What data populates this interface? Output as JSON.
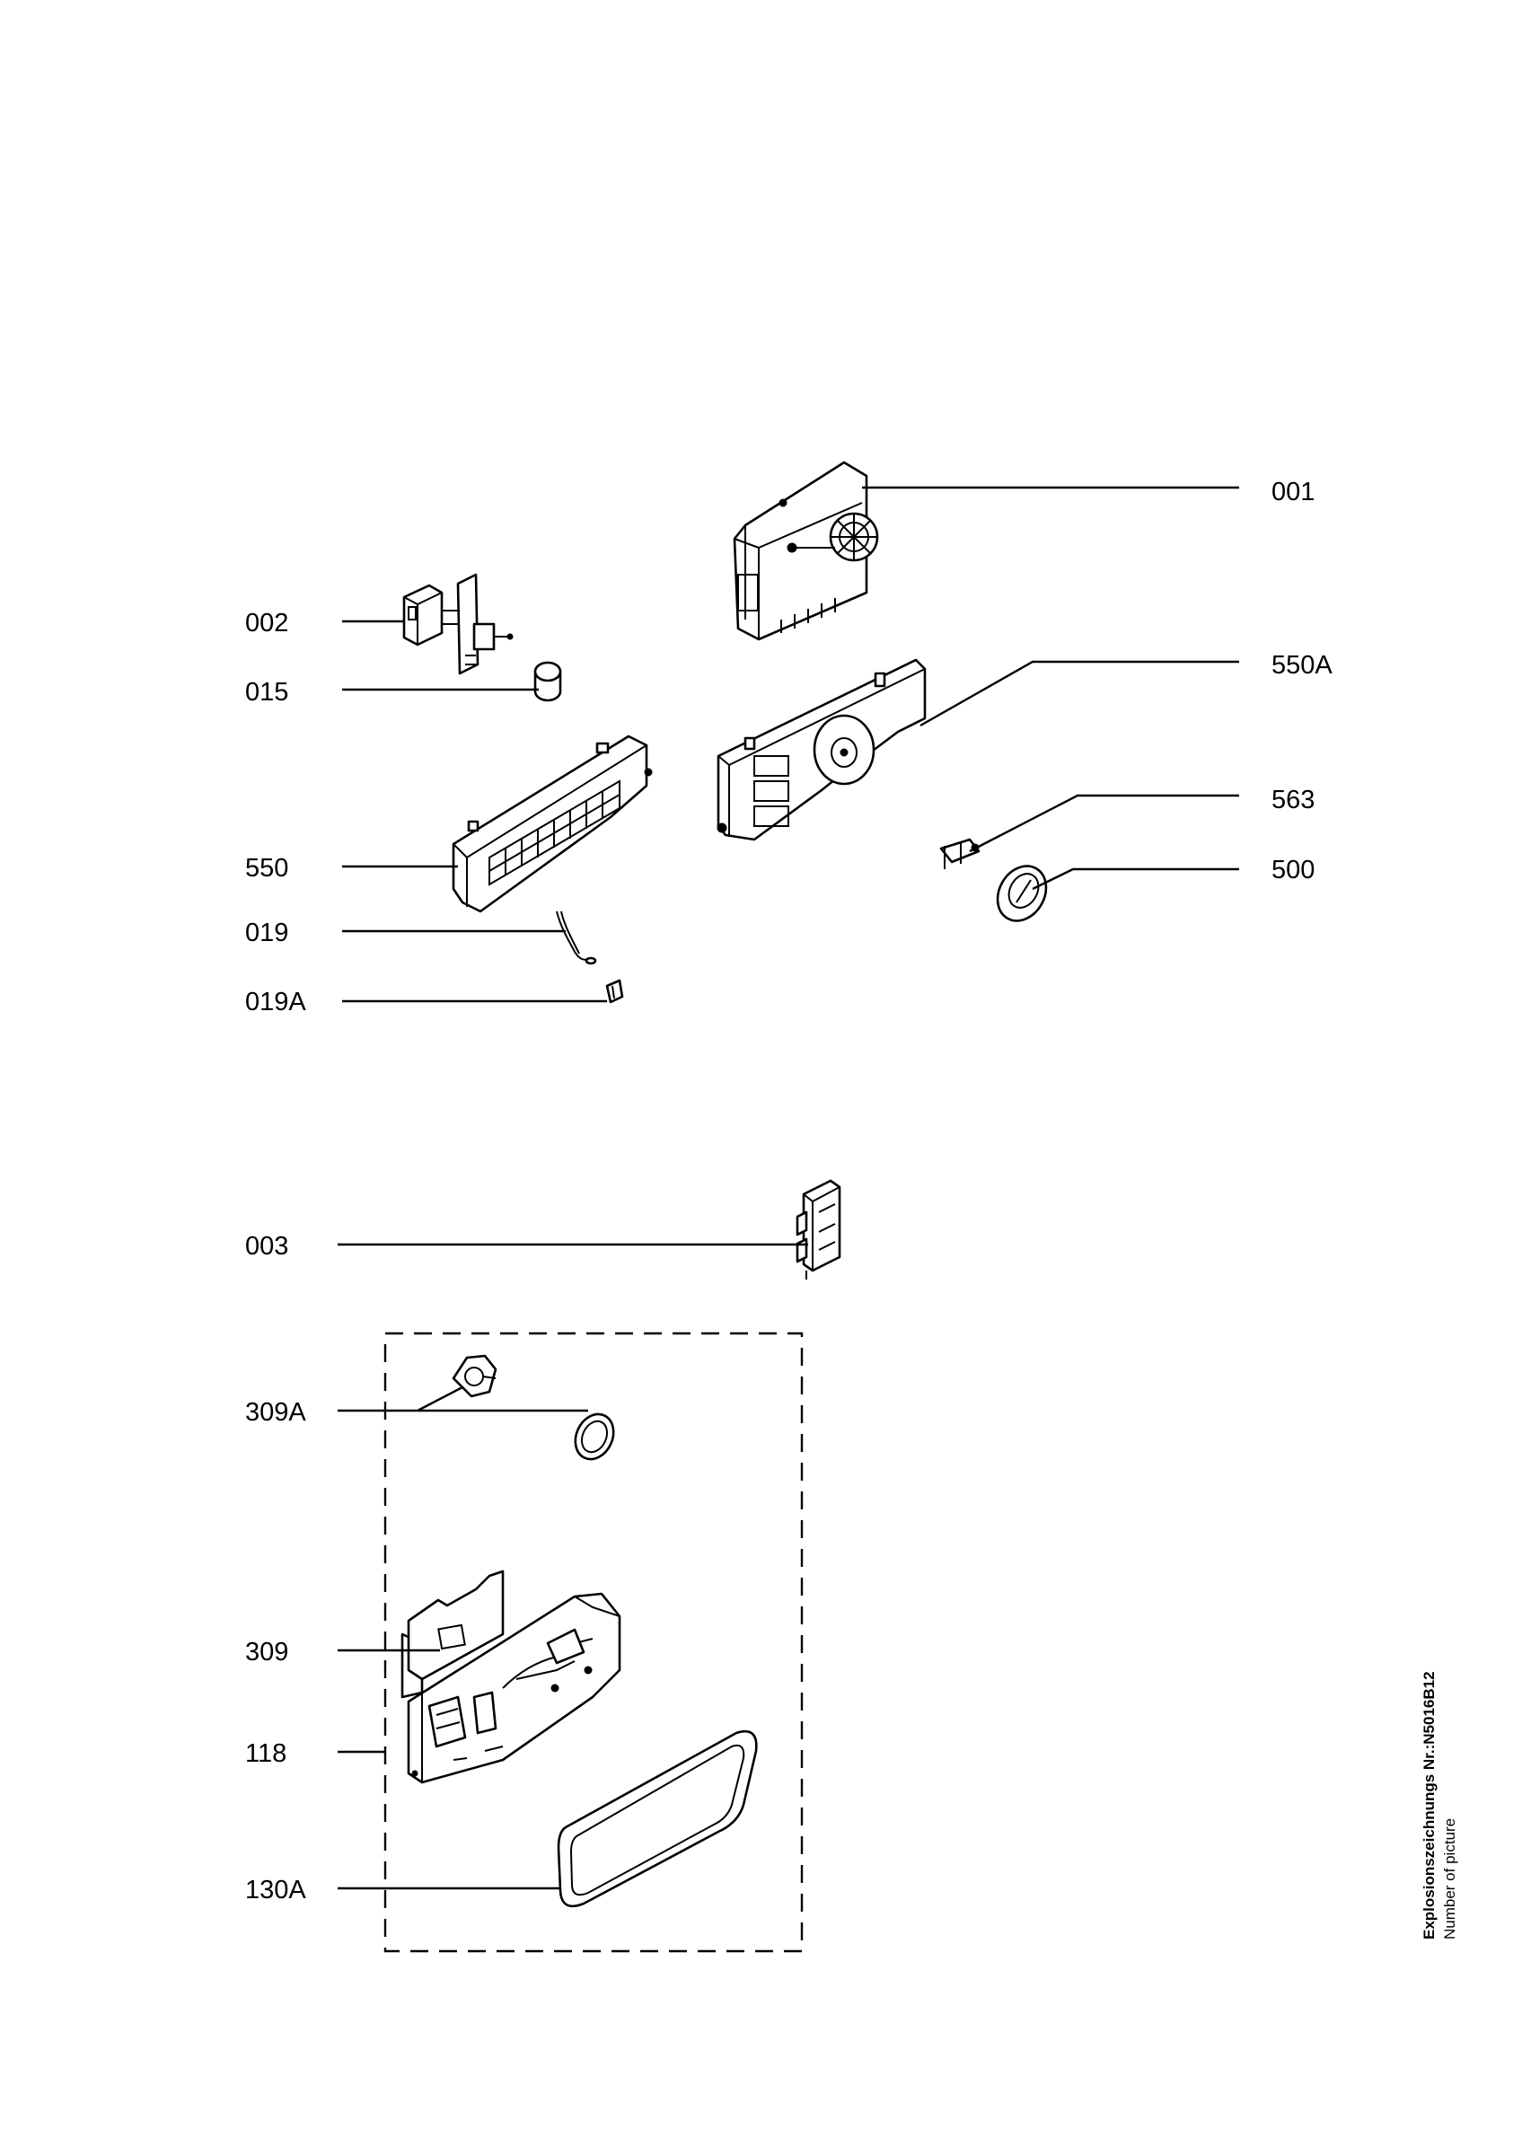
{
  "labels": {
    "p001": "001",
    "p002": "002",
    "p015": "015",
    "p550A": "550A",
    "p563": "563",
    "p550": "550",
    "p500": "500",
    "p019": "019",
    "p019A": "019A",
    "p003": "003",
    "p309A": "309A",
    "p309": "309",
    "p118": "118",
    "p130A": "130A"
  },
  "footer": {
    "title": "Explosionszeichnungs Nr.:N5016B12",
    "subtitle": "Number of picture"
  }
}
